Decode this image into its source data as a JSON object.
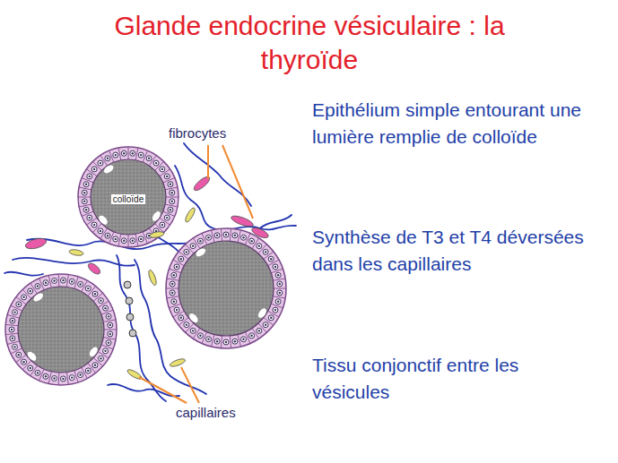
{
  "diagram": {
    "title": "Glande endocrine vésiculaire : la thyroïde",
    "labels": [
      "fibrocytes",
      "colloïde",
      "Epithélium simple entourant une lumière remplie de colloïde",
      "Synthèse de T3 et T4 déversées dans les capillaires",
      "Tissu conjonctif entre les vésicules",
      "capillaires"
    ]
  }
}
